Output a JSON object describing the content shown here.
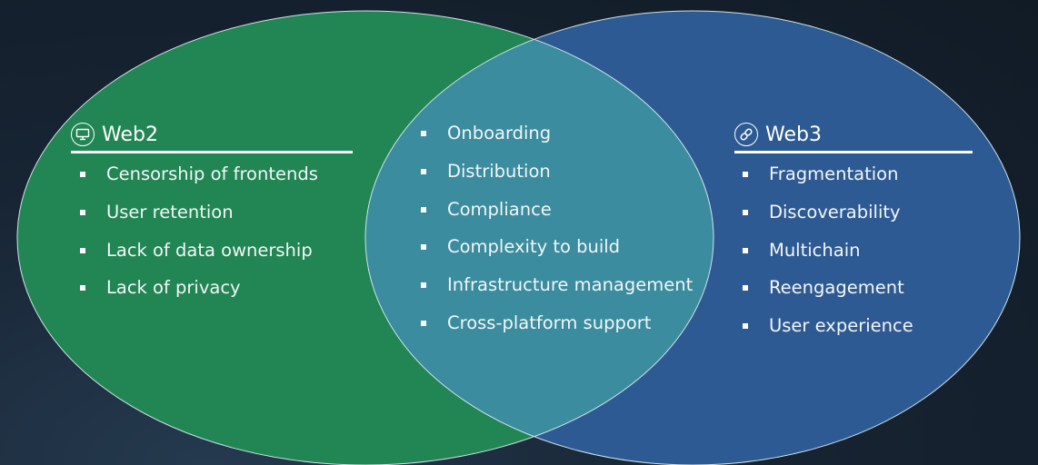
{
  "web2": {
    "title": "Web2",
    "icon": "monitor-icon",
    "items": [
      "Censorship of frontends",
      "User retention",
      "Lack of data ownership",
      "Lack of privacy"
    ]
  },
  "shared": {
    "items": [
      "Onboarding",
      "Distribution",
      "Compliance",
      "Complexity to build",
      "Infrastructure management",
      "Cross-platform support"
    ]
  },
  "web3": {
    "title": "Web3",
    "icon": "link-icon",
    "items": [
      "Fragmentation",
      "Discoverability",
      "Multichain",
      "Reengagement",
      "User experience"
    ]
  },
  "colors": {
    "web2_fill": "#218654",
    "web3_fill": "#2e5a93",
    "overlap_fill": "#3a8c9e",
    "outline": "#cfe3ea"
  }
}
